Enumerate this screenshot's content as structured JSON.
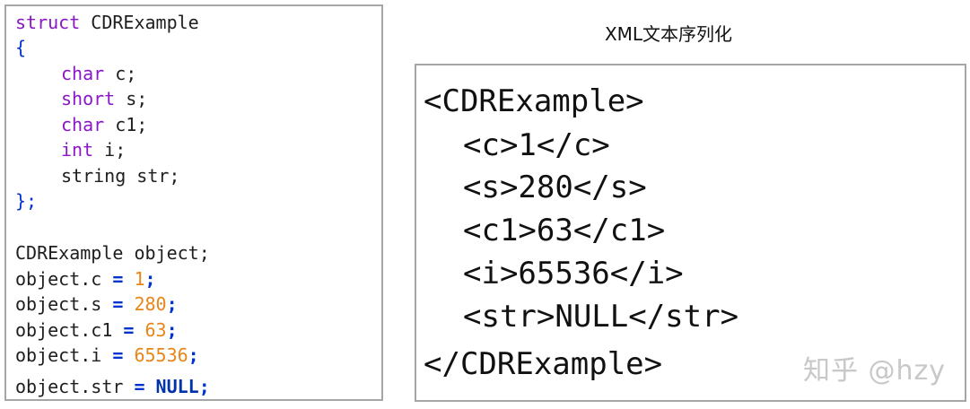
{
  "code": {
    "struct_kw": "struct",
    "struct_name": " CDRExample",
    "open_brace": "{",
    "fields": [
      {
        "type": "char",
        "name": " c;"
      },
      {
        "type": "short",
        "name": " s;"
      },
      {
        "type": "char",
        "name": " c1;"
      },
      {
        "type": "int",
        "name": " i;"
      },
      {
        "type": "",
        "name": "string str;"
      }
    ],
    "close_brace": "};",
    "decl": "CDRExample object;",
    "assignments": [
      {
        "lhs": "object.c",
        "eq": " = ",
        "value": "1",
        "semi": ";"
      },
      {
        "lhs": "object.s",
        "eq": " = ",
        "value": "280",
        "semi": ";"
      },
      {
        "lhs": "object.c1",
        "eq": " = ",
        "value": "63",
        "semi": ";"
      },
      {
        "lhs": "object.i",
        "eq": " = ",
        "value": "65536",
        "semi": ";"
      },
      {
        "lhs": "object.str",
        "eq": " = ",
        "value": "NULL",
        "semi": ";"
      }
    ]
  },
  "xml": {
    "title": "XML文本序列化",
    "lines": [
      "<CDRExample>",
      "<c>1</c>",
      "<s>280</s>",
      "<c1>63</c1>",
      "<i>65536</i>",
      "<str>NULL</str>",
      "</CDRExample>"
    ]
  },
  "watermark": "知乎 @hzy",
  "colors": {
    "keyword": "#8a16c7",
    "brace": "#0033cc",
    "number": "#e8861a",
    "null_keyword": "#0033aa",
    "border": "#a6a6a6"
  }
}
